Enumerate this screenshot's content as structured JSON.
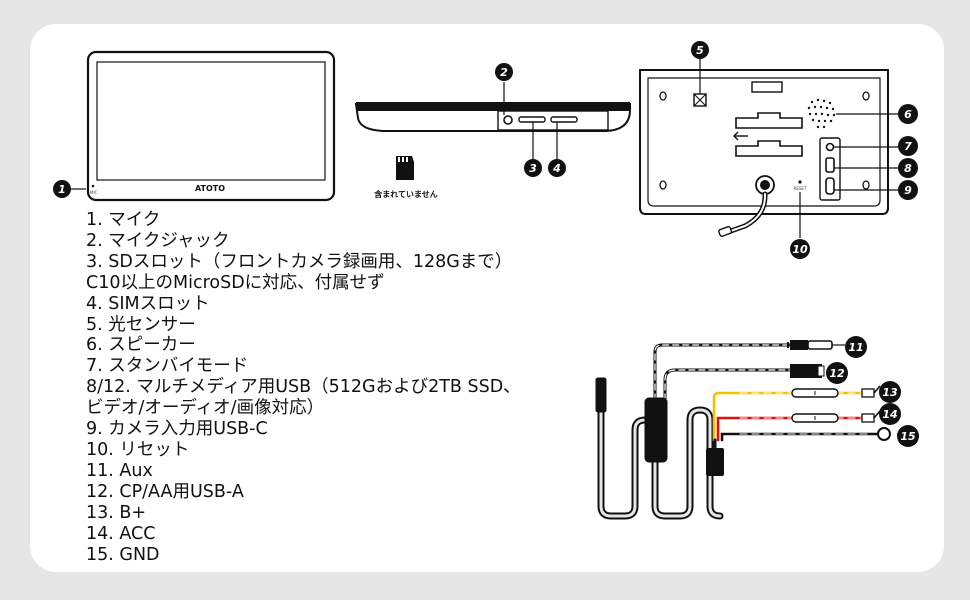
{
  "device": {
    "brand": "ATOTO",
    "mic_label": "MIC",
    "reset_label": "RESET",
    "sd_card_note": "含まれていません"
  },
  "callouts": [
    "1",
    "2",
    "3",
    "4",
    "5",
    "6",
    "7",
    "8",
    "9",
    "10",
    "11",
    "12",
    "13",
    "14",
    "15"
  ],
  "legend": [
    "1. マイク",
    "2. マイクジャック",
    "3. SDスロット（フロントカメラ録画用、128Gまで）",
    "C10以上のMicroSDに対応、付属せず",
    "4. SIMスロット",
    "5. 光センサー",
    "6. スピーカー",
    "7. スタンバイモード",
    "8/12. マルチメディア用USB（512Gおよび2TB SSD、",
    "ビデオ/オーディオ/画像対応）",
    "9. カメラ入力用USB-C",
    "10. リセット",
    "11. Aux",
    "12. CP/AA用USB-A",
    "13. B+",
    "14. ACC",
    "15. GND"
  ],
  "colors": {
    "background": "#e6e6e6",
    "card": "#ffffff",
    "line": "#111111",
    "wire_yellow": "#f2c200",
    "wire_red": "#e01010",
    "wire_black": "#111111"
  }
}
